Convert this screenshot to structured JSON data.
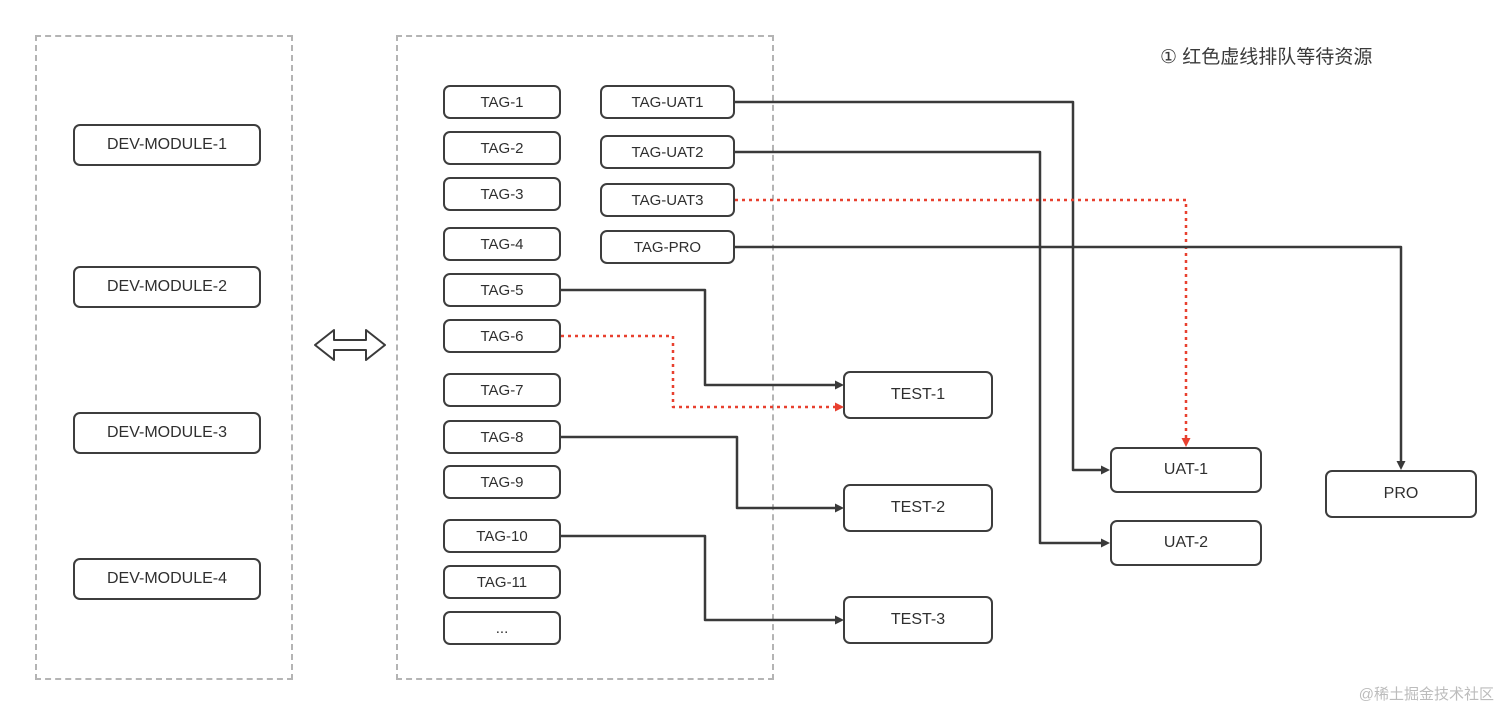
{
  "annotation": "① 红色虚线排队等待资源",
  "watermark": "@稀土掘金技术社区",
  "dev_modules": [
    "DEV-MODULE-1",
    "DEV-MODULE-2",
    "DEV-MODULE-3",
    "DEV-MODULE-4"
  ],
  "tags": [
    "TAG-1",
    "TAG-2",
    "TAG-3",
    "TAG-4",
    "TAG-5",
    "TAG-6",
    "TAG-7",
    "TAG-8",
    "TAG-9",
    "TAG-10",
    "TAG-11",
    "..."
  ],
  "release_tags": [
    "TAG-UAT1",
    "TAG-UAT2",
    "TAG-UAT3",
    "TAG-PRO"
  ],
  "test_envs": [
    "TEST-1",
    "TEST-2",
    "TEST-3"
  ],
  "uat_envs": [
    "UAT-1",
    "UAT-2"
  ],
  "pro_env": "PRO",
  "edges": [
    {
      "from": "TAG-5",
      "to": "TEST-1",
      "style": "solid"
    },
    {
      "from": "TAG-6",
      "to": "TEST-1",
      "style": "red-dotted-queue"
    },
    {
      "from": "TAG-8",
      "to": "TEST-2",
      "style": "solid"
    },
    {
      "from": "TAG-10",
      "to": "TEST-3",
      "style": "solid"
    },
    {
      "from": "TAG-UAT1",
      "to": "UAT-1",
      "style": "solid"
    },
    {
      "from": "TAG-UAT2",
      "to": "UAT-2",
      "style": "solid"
    },
    {
      "from": "TAG-UAT3",
      "to": "UAT-1",
      "style": "red-dotted-queue"
    },
    {
      "from": "TAG-PRO",
      "to": "PRO",
      "style": "solid"
    },
    {
      "from": "dev-modules-group",
      "to": "tags-group",
      "style": "double-headed-sync-arrow"
    }
  ],
  "colors": {
    "line": "#3a3a3a",
    "queue_line": "#e8402f",
    "box_border": "#3d3d3d",
    "group_border": "#b4b4b4",
    "watermark": "#bcbcbc"
  }
}
